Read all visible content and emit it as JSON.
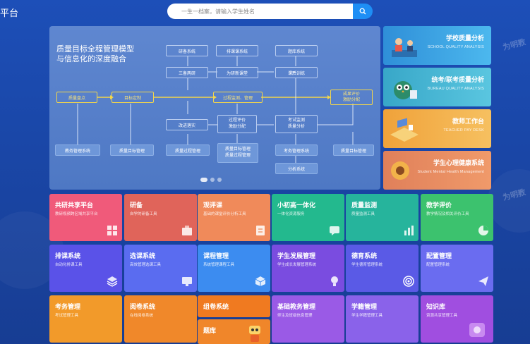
{
  "header": {
    "brand": "平台",
    "search_placeholder": "一生一档案，请输入学生姓名"
  },
  "banner": {
    "title_line1": "质量目标全程管理模型",
    "title_line2": "与信息化的深度融合",
    "nodes": {
      "n_yanxi": "研备系统",
      "n_paike": "排课课系统",
      "n_tiku": "题库系统",
      "n_sanyan": "三备两研",
      "n_weiqiao": "为研新课堂",
      "n_cetui": "课后训练",
      "n_fenxi": "质量盘点",
      "n_mubiao": "目标定制",
      "n_guocheng": "过程监测、管理",
      "n_chengguo_1": "成果评价",
      "n_chengguo_2": "激励分配",
      "n_gaijin": "改进落实",
      "n_guocheng2_1": "过程评价",
      "n_guocheng2_2": "激励分配",
      "n_kaoshi_1": "考试监测",
      "n_kaoshi_2": "质量分析",
      "b_jiaowu": "教务管理系统",
      "b_zhiliang": "质量目标管理",
      "b_guocheng": "质量过程管理",
      "b_mubiao_1": "质量目标管理",
      "b_mubiao_2": "质量过程管理",
      "b_kaowu": "考务管理系统",
      "b_fenxi": "分析系统",
      "b_zhiliang2": "质量目标管理"
    }
  },
  "side_cards": [
    {
      "title": "学校质量分析",
      "sub": "SCHOOL QUALITY ANALYSIS",
      "color": "#3ea8e8"
    },
    {
      "title": "统考/联考质量分析",
      "sub": "BUREAU QUALITY ANALYSIS",
      "color": "#43b7d6"
    },
    {
      "title": "教师工作台",
      "sub": "TEACHER PAY DESK",
      "color": "#f1ad4a"
    },
    {
      "title": "学生心理健康系统",
      "sub": "Student Mental Health Management",
      "color": "#f18a5a"
    }
  ],
  "tiles": [
    {
      "title": "共研共享平台",
      "sub": "教研视频跨区域共享平台",
      "color": "#f05a7a",
      "icon": "grid-icon"
    },
    {
      "title": "研备",
      "sub": "自学的研备工具",
      "color": "#e0645a",
      "icon": "box-icon"
    },
    {
      "title": "观评课",
      "sub": "基础的课堂评价分析工具",
      "color": "#f08a5a",
      "icon": "doc-icon"
    },
    {
      "title": "小初高一体化",
      "sub": "一体化资源服务",
      "color": "#23b98e",
      "icon": "chat-icon"
    },
    {
      "title": "质量监测",
      "sub": "质量监测工具",
      "color": "#26b49c",
      "icon": "bar-icon"
    },
    {
      "title": "教学评价",
      "sub": "教学情况及相关评价工具",
      "color": "#3cc26e",
      "icon": "pie-icon"
    },
    {
      "title": "排课系统",
      "sub": "自动化排课工具",
      "color": "#5a52e8",
      "icon": "layers-icon"
    },
    {
      "title": "选课系统",
      "sub": "高效管理选课工具",
      "color": "#5a6cf0",
      "icon": "monitor-icon"
    },
    {
      "title": "课程管理",
      "sub": "系统管理课程工具",
      "color": "#3c8cf0",
      "icon": "cube-icon"
    },
    {
      "title": "学生发展管理",
      "sub": "学生成长发展管理系统",
      "color": "#7a4ce0",
      "icon": "bulb-icon"
    },
    {
      "title": "德育系统",
      "sub": "学生德育管理系统",
      "color": "#5a5ae6",
      "icon": "target-icon"
    },
    {
      "title": "配置管理",
      "sub": "配置管理系统",
      "color": "#6a6cf0",
      "icon": "plane-icon"
    },
    {
      "title": "考务管理",
      "sub": "考试管理工具",
      "color": "#f29a2a",
      "icon": "none"
    },
    {
      "title": "阅卷系统",
      "sub": "在线阅卷系统",
      "color": "#f0882a",
      "icon": "none"
    },
    {
      "title": "组卷系统",
      "sub": "",
      "color": "#f07a20",
      "icon": "none"
    },
    {
      "title": "题库",
      "sub": "",
      "color": "#f0862a",
      "icon": "robot-icon"
    },
    {
      "title": "基础教务管理",
      "sub": "师生及班级信息管理",
      "color": "#9a5ae6",
      "icon": "none"
    },
    {
      "title": "学籍管理",
      "sub": "学生学籍管理工具",
      "color": "#8a62ea",
      "icon": "none"
    },
    {
      "title": "知识库",
      "sub": "资源共享管理工具",
      "color": "#a04ee0",
      "icon": "ai-icon"
    }
  ],
  "watermark": "为明教"
}
